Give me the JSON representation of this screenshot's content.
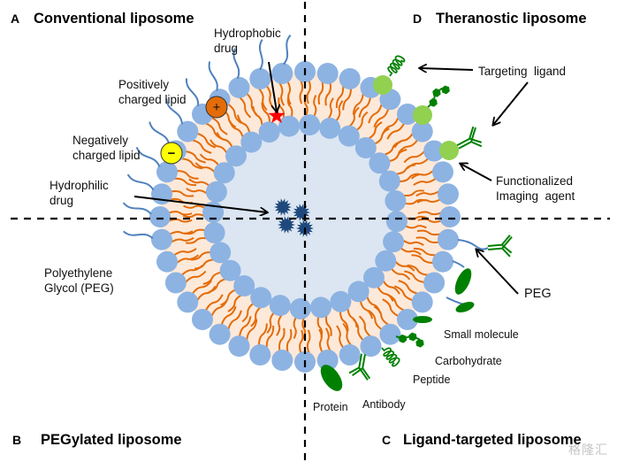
{
  "panels": {
    "A": {
      "letter": "A",
      "title": "Conventional liposome"
    },
    "B": {
      "letter": "B",
      "title": "PEGylated liposome"
    },
    "C": {
      "letter": "C",
      "title": "Ligand-targeted liposome"
    },
    "D": {
      "letter": "D",
      "title": "Theranostic liposome"
    }
  },
  "labels": {
    "hydrophobic_drug": "Hydrophobic\ndrug",
    "positively_charged_lipid": "Positively\ncharged lipid",
    "negatively_charged_lipid": "Negatively\ncharged lipid",
    "hydrophilic_drug": "Hydrophilic\ndrug",
    "peg_full": "Polyethylene\nGlycol (PEG)",
    "targeting_ligand": "Targeting  ligand",
    "functionalized_imaging_agent": "Functionalized\nImaging  agent",
    "peg": "PEG",
    "small_molecule": "Small molecule",
    "carbohydrate": "Carbohydrate",
    "peptide": "Peptide",
    "antibody": "Antibody",
    "protein": "Protein"
  },
  "symbols": {
    "positive": "+",
    "negative": "−"
  },
  "watermark": "格隆汇",
  "colors": {
    "head_group": "#8db3e2",
    "bilayer_fill": "#fde9d9",
    "lipid_tail": "#e36c09",
    "core": "#dce6f2",
    "hydrophilic_drug": "#1f497d",
    "hydrophobic_drug": "#ff0000",
    "positive_lipid": "#e36c09",
    "negative_lipid": "#ffff00",
    "peg_chain": "#4f81bd",
    "ligand": "#008000",
    "imaging_agent": "#92d050"
  }
}
